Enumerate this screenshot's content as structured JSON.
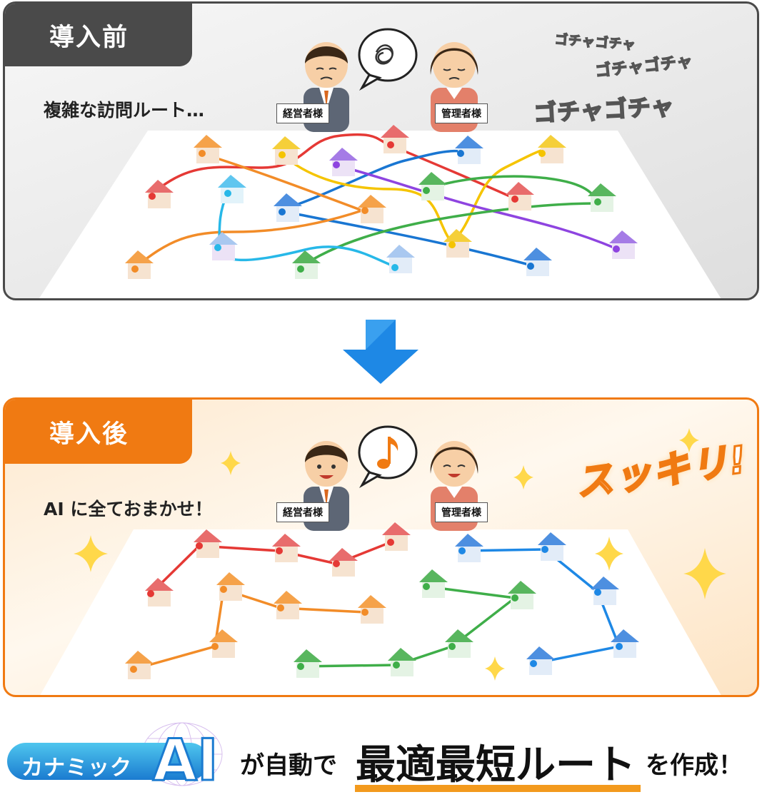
{
  "before": {
    "tab_label": "導入前",
    "caption": "複雑な訪問ルート…",
    "executive_label": "経営者様",
    "manager_label": "管理者様",
    "noise_texts": [
      "ゴチャゴチャ",
      "ゴチャゴチャ",
      "ゴチャゴチャ"
    ],
    "colors": {
      "frame": "#4a4a4a",
      "red": "#e53935",
      "blue": "#1976d2",
      "orange": "#f28c28",
      "yellow": "#f5c400",
      "purple": "#8e44e0",
      "green": "#3fae49",
      "cyan": "#27b8e8"
    }
  },
  "after": {
    "tab_label": "導入後",
    "caption": "AI に全ておまかせ！",
    "executive_label": "経営者様",
    "manager_label": "管理者様",
    "exclaim": "スッキリ!",
    "colors": {
      "frame": "#f07a12",
      "red": "#e53935",
      "blue": "#1e88e5",
      "orange": "#f28c28",
      "green": "#3fae49"
    }
  },
  "tagline": {
    "logo_text": "カナミック",
    "logo_ai": "AI",
    "part1": "が自動で",
    "highlight": "最適最短ルート",
    "part2": "を作成！",
    "underline_color": "#f39a1d"
  }
}
